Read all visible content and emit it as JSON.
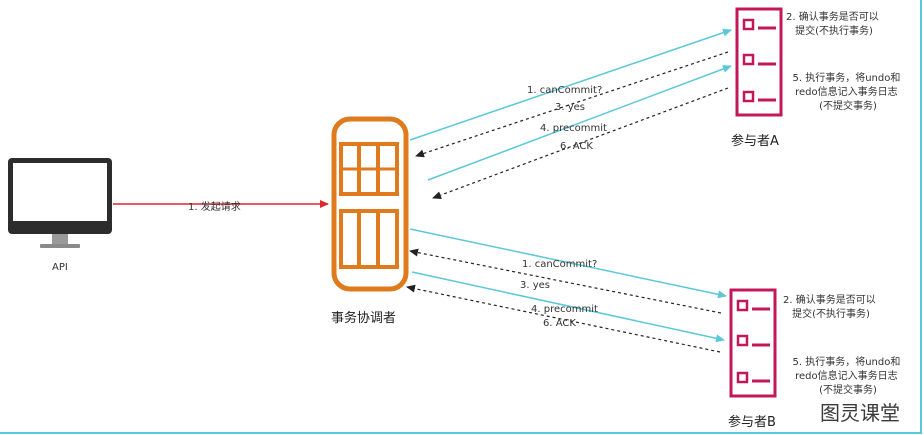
{
  "client": {
    "label": "API"
  },
  "request": {
    "label": "1. 发起请求"
  },
  "coordinator": {
    "label": "事务协调者"
  },
  "participant_a": {
    "label": "参与者A",
    "note1": [
      "2. 确认事务是否可以",
      "提交(不执行事务)"
    ],
    "note2": [
      "5. 执行事务，将undo和",
      "redo信息记入事务日志",
      "(不提交事务)"
    ]
  },
  "participant_b": {
    "label": "参与者B",
    "note1": [
      "2. 确认事务是否可以",
      "提交(不执行事务)"
    ],
    "note2": [
      "5. 执行事务，将undo和",
      "redo信息记入事务日志",
      "(不提交事务)"
    ]
  },
  "messages_a": {
    "can_commit": "1. canCommit?",
    "yes": "3. yes",
    "precommit": "4. precommit",
    "ack": "6. ACK"
  },
  "messages_b": {
    "can_commit": "1. canCommit?",
    "yes": "3. yes",
    "precommit": "4. precommit",
    "ack": "6. ACK"
  },
  "watermark": "图灵课堂",
  "colors": {
    "request_arrow": "#e0262b",
    "solid_arrow": "#5bc8d9",
    "dashed_arrow": "#222222",
    "coordinator": "#e07b1d",
    "participant": "#c2185b",
    "frame": "#5bc8d9"
  }
}
